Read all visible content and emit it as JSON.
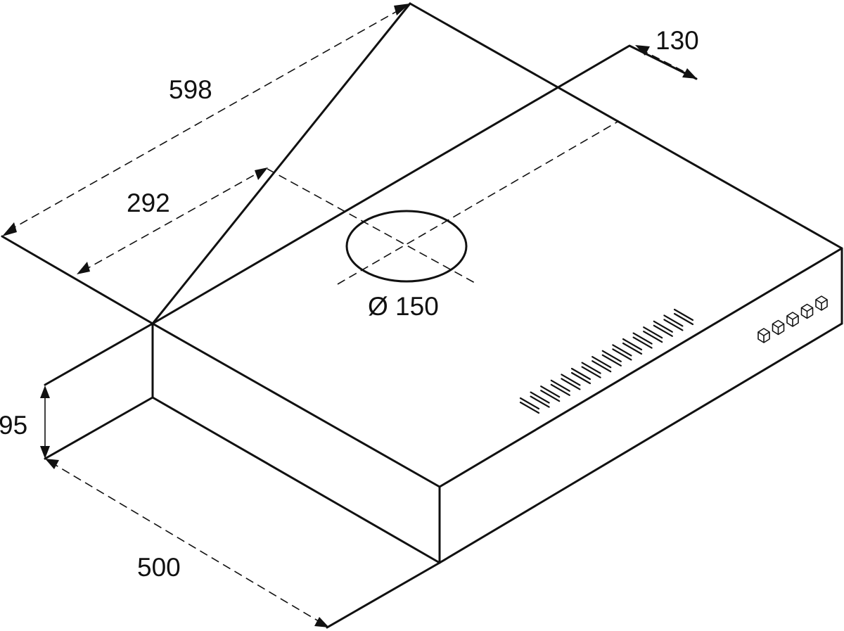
{
  "dimensions": {
    "overall_width": "598",
    "outlet_offset": "292",
    "outlet_depth": "130",
    "outlet_diameter": "Ø 150",
    "height": "95",
    "depth": "500"
  },
  "colors": {
    "line": "#111111",
    "background": "#ffffff"
  },
  "features": {
    "vent_slots": 16,
    "control_buttons": 5
  }
}
